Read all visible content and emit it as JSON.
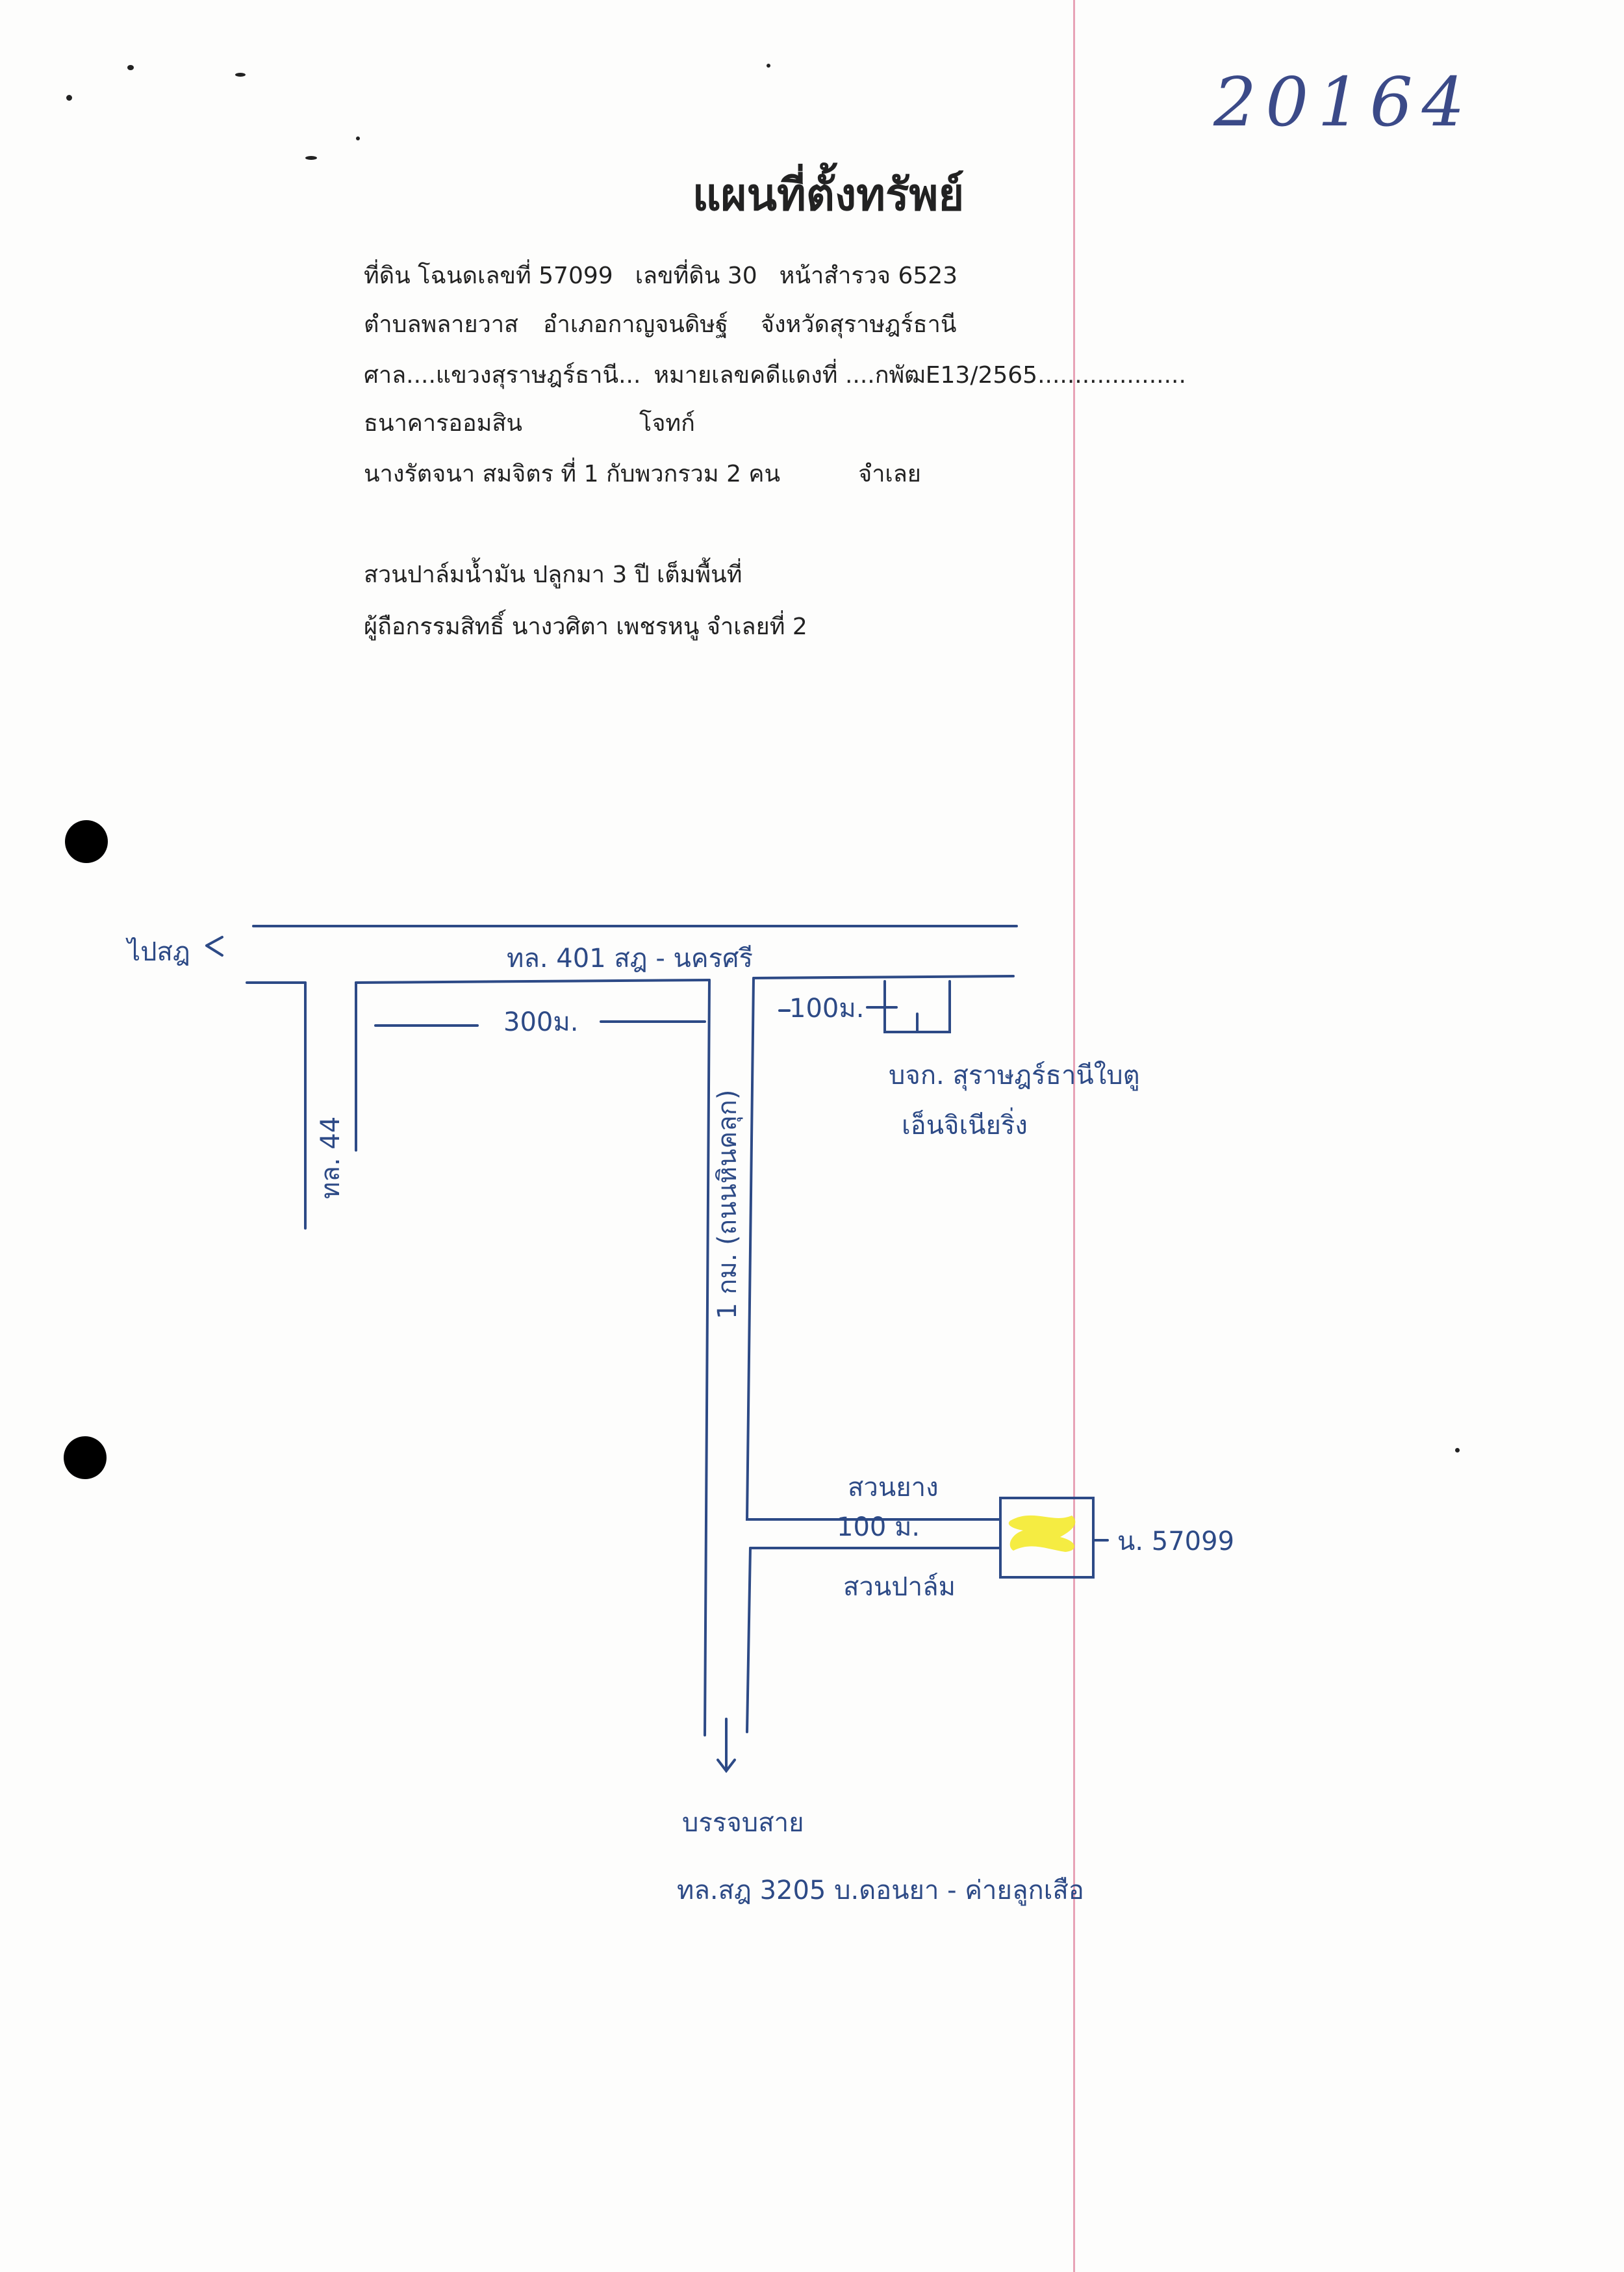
{
  "doc_number": "20164",
  "title": "แผนที่ตั้งทรัพย์",
  "header_lines": {
    "l1": {
      "a": "ที่ดิน โฉนดเลขที่ 57099",
      "b": "เลขที่ดิน 30",
      "c": "หน้าสำรวจ 6523"
    },
    "l2": {
      "a": "ตำบลพลายวาส",
      "b": "อำเภอกาญจนดิษฐ์",
      "c": "จังหวัดสุราษฎร์ธานี"
    },
    "l3": {
      "a": "ศาล....แขวงสุราษฎร์ธานี...",
      "b": "หมายเลขคดีแดงที่ ....กพัฒE13/2565...................."
    },
    "l4": {
      "a": "ธนาคารออมสิน",
      "b": "โจทก์"
    },
    "l5": {
      "a": "นางรัตจนา  สมจิตร  ที่ 1 กับพวกรวม 2 คน",
      "b": "จำเลย"
    },
    "l6": "สวนปาล์มน้ำมัน  ปลูกมา 3 ปี เต็มพื้นที่",
    "l7": "ผู้ถือกรรมสิทธิ์  นางวศิตา  เพชรหนู  จำเลยที่ 2"
  },
  "map": {
    "to_surat": "ไปสฎ",
    "highway_401": "ทล. 401  สฎ - นครศรี",
    "distance_300m": "300ม.",
    "distance_100m_top": "100ม.",
    "highway_44": "ทล. 44",
    "side_road": "1 กม. (ถนนหินคลุก)",
    "company_line1": "บจก. สุราษฎร์ธานีใบตู",
    "company_line2": "เอ็นจิเนียริ่ง",
    "rubber_garden": "สวนยาง",
    "distance_100m_bottom": "100 ม.",
    "land_title": "น. 57099",
    "palm_garden": "สวนปาล์ม",
    "public_road": "บรรจบสาย",
    "road_3205": "ทล.สฎ 3205   บ.ดอนยา - ค่ายลูกเสือ"
  },
  "colors": {
    "ink": "#2d4a86",
    "text": "#222222",
    "highlight": "#f4ea2e",
    "margin_line": "#e7a3b6"
  }
}
